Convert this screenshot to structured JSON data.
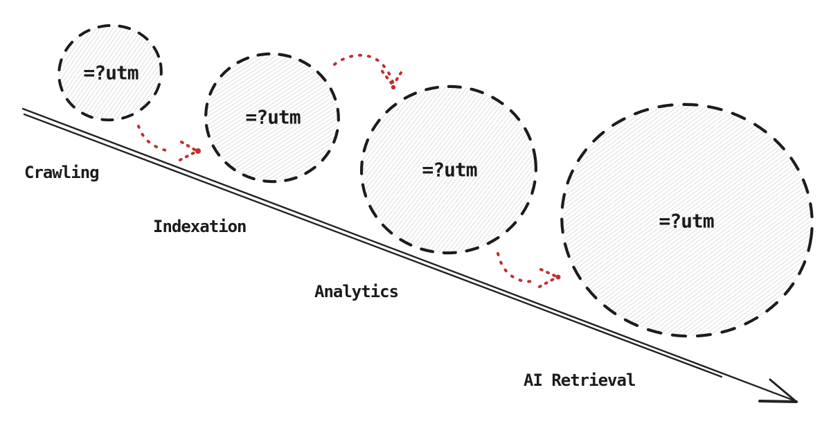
{
  "diagram": {
    "stages": [
      {
        "label": "Crawling"
      },
      {
        "label": "Indexation"
      },
      {
        "label": "Analytics"
      },
      {
        "label": "AI Retrieval"
      }
    ],
    "circles": [
      {
        "label": "=?utm"
      },
      {
        "label": "=?utm"
      },
      {
        "label": "=?utm"
      },
      {
        "label": "=?utm"
      }
    ],
    "colors": {
      "ink": "#1b1b1b",
      "accent_red": "#c22f2f",
      "hatch": "#e2e2e2",
      "background": "#ffffff"
    }
  }
}
